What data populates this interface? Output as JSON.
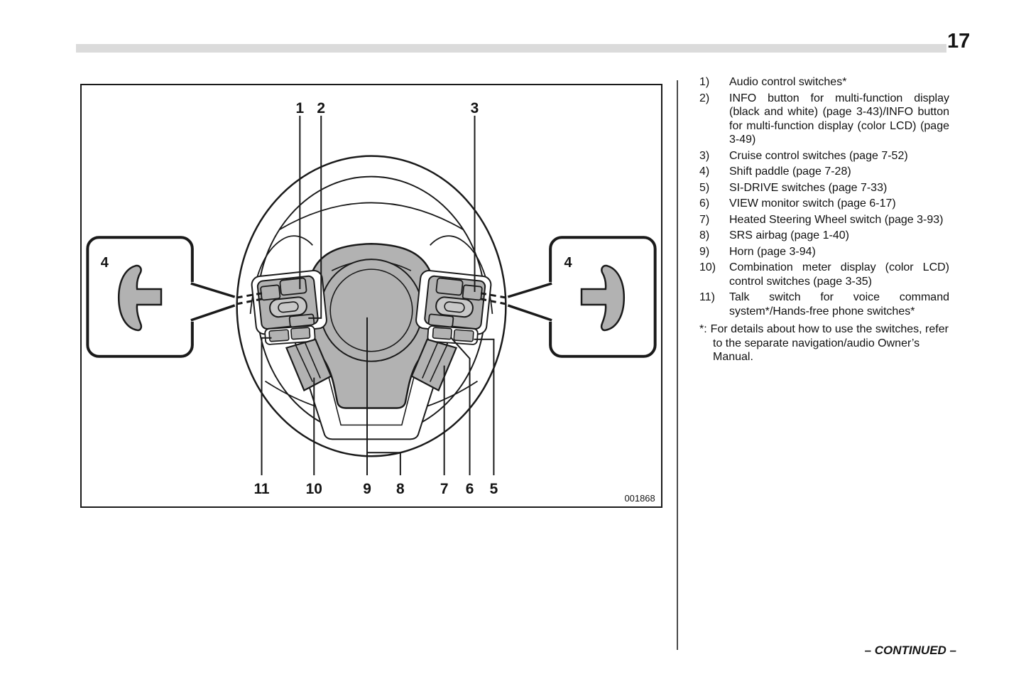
{
  "page": {
    "number": "17",
    "continued_label": "– CONTINUED –"
  },
  "figure": {
    "code": "001868",
    "labels": {
      "n1": "1",
      "n2": "2",
      "n3": "3",
      "n4_left": "4",
      "n4_right": "4",
      "n5": "5",
      "n6": "6",
      "n7": "7",
      "n8": "8",
      "n9": "9",
      "n10": "10",
      "n11": "11"
    }
  },
  "legend": {
    "items": [
      {
        "num": "1)",
        "text": "Audio control switches*"
      },
      {
        "num": "2)",
        "text": "INFO button for multi-function display (black and white) (page 3-43)/INFO button for multi-function display (color LCD) (page 3-49)"
      },
      {
        "num": "3)",
        "text": "Cruise control switches (page 7-52)"
      },
      {
        "num": "4)",
        "text": "Shift paddle (page 7-28)"
      },
      {
        "num": "5)",
        "text": "SI-DRIVE switches (page 7-33)"
      },
      {
        "num": "6)",
        "text": "VIEW monitor switch (page 6-17)"
      },
      {
        "num": "7)",
        "text": "Heated Steering Wheel switch (page 3-93)"
      },
      {
        "num": "8)",
        "text": "SRS airbag (page 1-40)"
      },
      {
        "num": "9)",
        "text": "Horn (page 3-94)"
      },
      {
        "num": "10)",
        "text": "Combination meter display (color LCD) control switches (page 3-35)"
      },
      {
        "num": "11)",
        "text": "Talk switch for voice command system*/Hands-free phone switches*"
      }
    ],
    "footnote": {
      "marker": "*:",
      "text": "For details about how to use the switches, refer to the separate navigation/audio Owner’s Manual."
    }
  }
}
